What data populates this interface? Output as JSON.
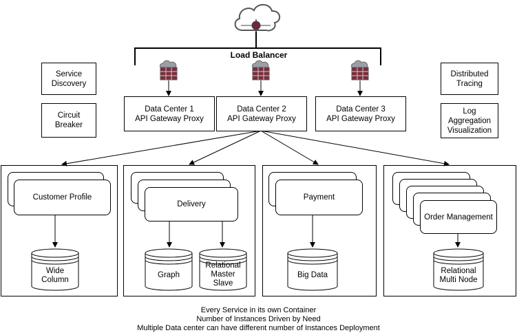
{
  "load_balancer": "Load Balancer",
  "side_left": [
    "Service\nDiscovery",
    "Circuit\nBreaker"
  ],
  "side_right": [
    "Distributed\nTracing",
    "Log\nAggregation\nVisualization"
  ],
  "data_centers": [
    {
      "line1": "Data Center 1",
      "line2": "API Gateway Proxy"
    },
    {
      "line1": "Data Center 2",
      "line2": "API Gateway Proxy"
    },
    {
      "line1": "Data Center 3",
      "line2": "API Gateway Proxy"
    }
  ],
  "services": [
    {
      "name": "Customer Profile",
      "databases": [
        "Wide\nColumn"
      ]
    },
    {
      "name": "Delivery",
      "databases": [
        "Graph",
        "Relational\nMaster\nSlave"
      ]
    },
    {
      "name": "Payment",
      "databases": [
        "Big Data"
      ]
    },
    {
      "name": "Order Management",
      "databases": [
        "Relational\nMulti Node"
      ]
    }
  ],
  "captions": [
    "Every Service in its own Container",
    "Number of Instances Driven by Need",
    "Multiple Data center can have different number of Instances Deployment"
  ]
}
